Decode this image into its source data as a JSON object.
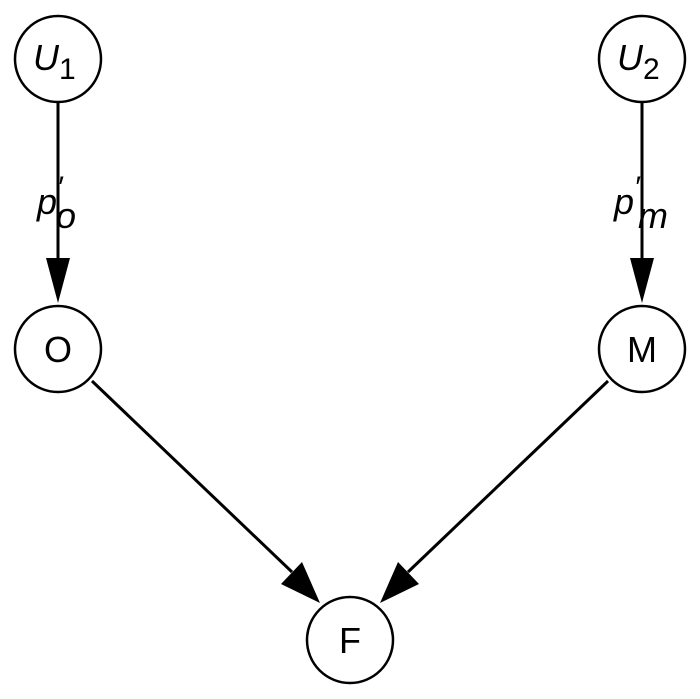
{
  "nodes": {
    "u1": {
      "letter": "U",
      "subscript": "1"
    },
    "u2": {
      "letter": "U",
      "subscript": "2"
    },
    "o": {
      "label": "O"
    },
    "m": {
      "label": "M"
    },
    "f": {
      "label": "F"
    }
  },
  "edges": {
    "u1_o": {
      "symbol": "p",
      "prime": "′",
      "subscript": "o"
    },
    "u2_m": {
      "symbol": "p",
      "prime": "′",
      "subscript": "m"
    }
  }
}
